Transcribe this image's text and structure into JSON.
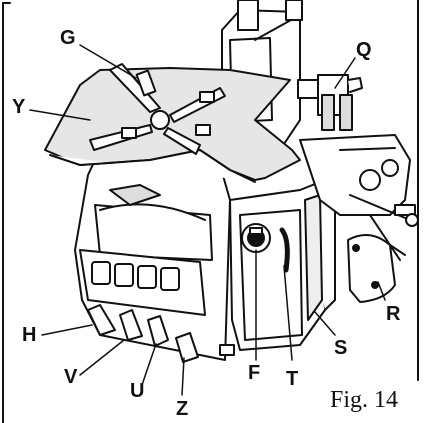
{
  "figure": {
    "caption": "Fig. 14",
    "callouts": {
      "G": "G",
      "Q": "Q",
      "Y": "Y",
      "H": "H",
      "V": "V",
      "U": "U",
      "Z": "Z",
      "F": "F",
      "T": "T",
      "S": "S",
      "R": "R"
    }
  }
}
